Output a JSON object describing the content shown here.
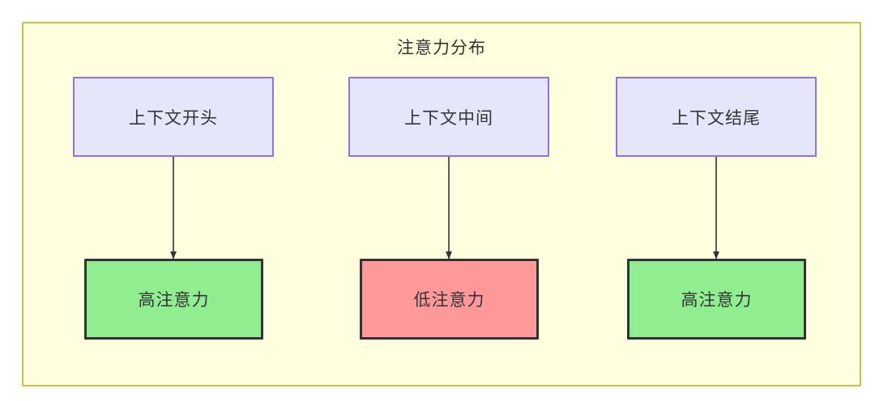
{
  "diagram": {
    "title": "注意力分布",
    "type": "flowchart",
    "container_label": "注意力分布",
    "colors": {
      "container_fill": "#ffffe0",
      "container_border": "#c4c43f",
      "context_fill": "#e6e6fa",
      "context_border": "#9370db",
      "high_attention_fill": "#90ee90",
      "low_attention_fill": "#ff9999",
      "attention_border": "#333333",
      "edge": "#333333",
      "text": "#333333"
    },
    "columns": [
      {
        "id": "start",
        "context": {
          "label": "上下文开头"
        },
        "attention": {
          "label": "高注意力",
          "level": "high"
        },
        "edge": {
          "from": "上下文开头",
          "to": "高注意力",
          "arrow": "down"
        }
      },
      {
        "id": "middle",
        "context": {
          "label": "上下文中间"
        },
        "attention": {
          "label": "低注意力",
          "level": "low"
        },
        "edge": {
          "from": "上下文中间",
          "to": "低注意力",
          "arrow": "down"
        }
      },
      {
        "id": "end",
        "context": {
          "label": "上下文结尾"
        },
        "attention": {
          "label": "高注意力",
          "level": "high"
        },
        "edge": {
          "from": "上下文结尾",
          "to": "高注意力",
          "arrow": "down"
        }
      }
    ]
  }
}
